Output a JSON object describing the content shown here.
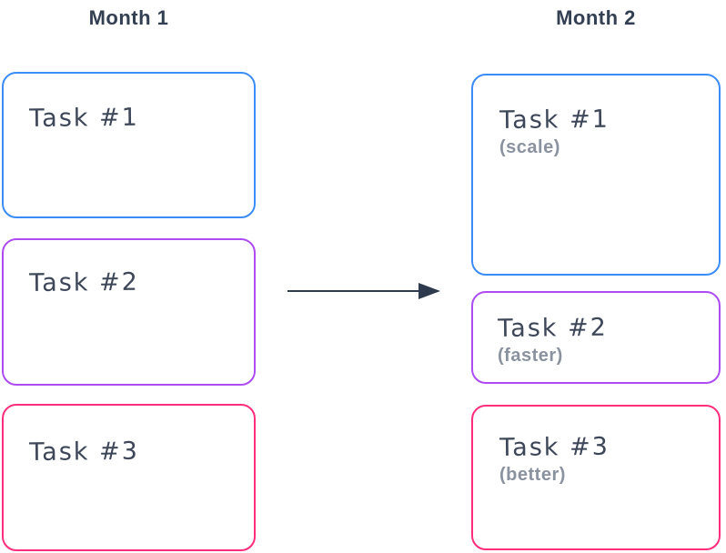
{
  "diagram": {
    "columns": [
      {
        "title": "Month 1",
        "tasks": [
          {
            "label": "Task #1",
            "note": ""
          },
          {
            "label": "Task #2",
            "note": ""
          },
          {
            "label": "Task #3",
            "note": ""
          }
        ]
      },
      {
        "title": "Month 2",
        "tasks": [
          {
            "label": "Task #1",
            "note": "(scale)"
          },
          {
            "label": "Task #2",
            "note": "(faster)"
          },
          {
            "label": "Task #3",
            "note": "(better)"
          }
        ]
      }
    ],
    "arrow": {
      "icon": "right-arrow-icon",
      "direction": "left-to-right"
    },
    "colors": {
      "blue": "#3c8cf7",
      "purple": "#ae4cf2",
      "pink": "#ff2d7c",
      "ink": "#3d4759",
      "title_ink": "#333f52",
      "note_gray": "#8a92a0",
      "arrow_ink": "#2e3a4d",
      "background": "#ffffff"
    }
  }
}
